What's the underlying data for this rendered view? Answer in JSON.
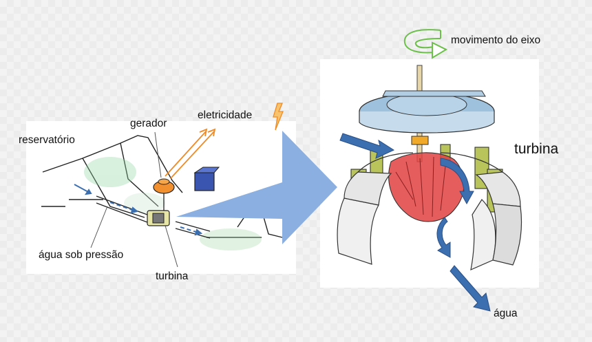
{
  "labels": {
    "reservatorio": "reservatório",
    "gerador": "gerador",
    "eletricidade": "eletricidade",
    "agua_sob_pressao": "água sob pressão",
    "turbina_small": "turbina",
    "movimento_do_eixo": "movimento do eixo",
    "turbina_big": "turbina",
    "agua": "água"
  },
  "colors": {
    "flow_arrow": "#3b6fb0",
    "big_arrow": "#8aafe0",
    "electricity": "#f08a24",
    "generator": "#f29030",
    "runner": "#e0413f",
    "guide_vane": "#b9c45a",
    "disc": "#8fb7d6",
    "rotation_arrow": "#6cc04a"
  }
}
